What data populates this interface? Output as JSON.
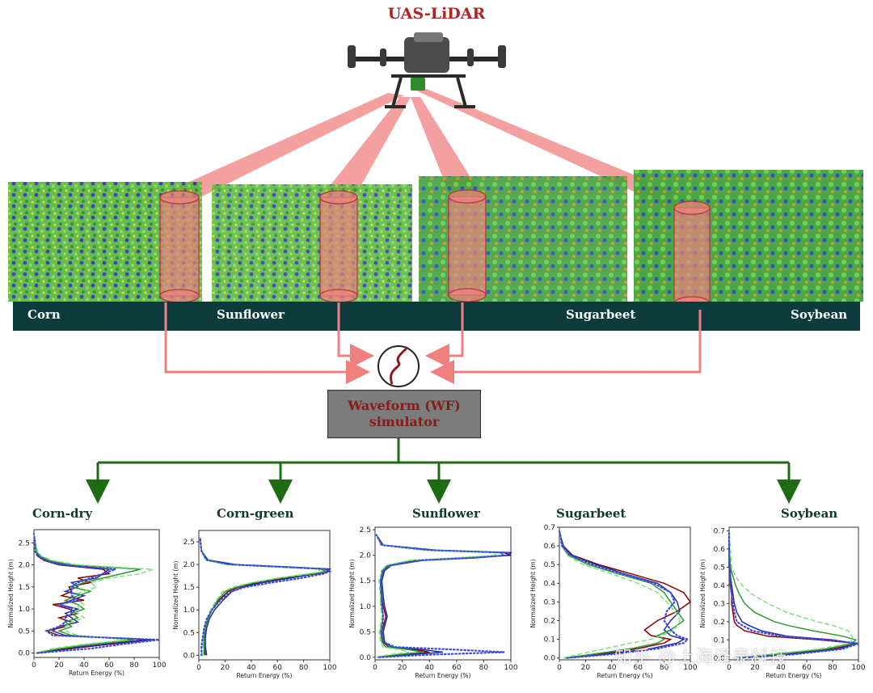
{
  "title": "UAS-LiDAR",
  "crop_labels": [
    "Corn",
    "Sunflower",
    "Sugarbeet",
    "Soybean"
  ],
  "simulator": {
    "line1": "Waveform (WF)",
    "line2": "simulator"
  },
  "watermark": "知乎 @上海泽泉科技",
  "colors": {
    "beam": "#f08080",
    "banner": "#0d3b3b",
    "flow": "#1f6b14",
    "title": "#b1241d",
    "sim_text": "#8b1a1a"
  },
  "chart_data": [
    {
      "type": "line",
      "title": "Corn-dry",
      "xlabel": "Return Energy (%)",
      "ylabel": "Normalized Height (m)",
      "xlim": [
        0,
        100
      ],
      "ylim": [
        -0.1,
        2.8
      ],
      "xticks": [
        "0",
        "20",
        "40",
        "60",
        "80",
        "100"
      ],
      "yticks": [
        "0.0",
        "0.5",
        "1.0",
        "1.5",
        "2.0",
        "2.5"
      ],
      "y": [
        0.0,
        0.1,
        0.2,
        0.3,
        0.4,
        0.5,
        0.6,
        0.7,
        0.8,
        0.9,
        1.0,
        1.1,
        1.2,
        1.3,
        1.4,
        1.5,
        1.6,
        1.7,
        1.8,
        1.9,
        2.0,
        2.1,
        2.2,
        2.3,
        2.5,
        2.7
      ],
      "series": [
        {
          "color": "#8b0000",
          "style": "solid",
          "values": [
            2,
            30,
            60,
            95,
            20,
            10,
            25,
            30,
            20,
            35,
            28,
            15,
            40,
            22,
            30,
            28,
            45,
            35,
            60,
            55,
            20,
            8,
            3,
            2,
            1,
            0
          ]
        },
        {
          "color": "#1e2fa0",
          "style": "solid",
          "values": [
            2,
            25,
            55,
            90,
            25,
            15,
            20,
            35,
            30,
            25,
            35,
            20,
            30,
            40,
            25,
            35,
            30,
            50,
            55,
            60,
            25,
            10,
            4,
            2,
            1,
            0
          ]
        },
        {
          "color": "#2e9a2e",
          "style": "solid",
          "values": [
            1,
            20,
            45,
            80,
            30,
            20,
            30,
            25,
            35,
            30,
            40,
            35,
            25,
            35,
            45,
            30,
            40,
            55,
            70,
            85,
            30,
            12,
            5,
            2,
            1,
            0
          ]
        },
        {
          "color": "#7ee07e",
          "style": "dashed",
          "values": [
            1,
            15,
            40,
            75,
            35,
            25,
            25,
            30,
            40,
            35,
            30,
            40,
            35,
            30,
            40,
            50,
            45,
            60,
            85,
            95,
            35,
            15,
            6,
            3,
            1,
            0
          ]
        },
        {
          "color": "#3a4ae0",
          "style": "dotted",
          "values": [
            3,
            45,
            70,
            100,
            15,
            10,
            20,
            25,
            25,
            30,
            30,
            20,
            35,
            30,
            30,
            30,
            35,
            45,
            55,
            65,
            22,
            9,
            3,
            1,
            1,
            0
          ]
        }
      ]
    },
    {
      "type": "line",
      "title": "Corn-green",
      "xlabel": "Return Energy (%)",
      "ylabel": "Normalized Height (m)",
      "xlim": [
        0,
        100
      ],
      "ylim": [
        -0.1,
        2.75
      ],
      "xticks": [
        "0",
        "20",
        "40",
        "60",
        "80",
        "100"
      ],
      "yticks": [
        "0.0",
        "0.5",
        "1.0",
        "1.5",
        "2.0",
        "2.5"
      ],
      "y": [
        0.0,
        0.2,
        0.4,
        0.6,
        0.8,
        1.0,
        1.2,
        1.4,
        1.5,
        1.6,
        1.7,
        1.8,
        1.85,
        1.9,
        1.95,
        2.0,
        2.1,
        2.3,
        2.6
      ],
      "series": [
        {
          "color": "#8b0000",
          "style": "solid",
          "values": [
            5,
            4,
            4,
            5,
            7,
            10,
            15,
            22,
            30,
            45,
            65,
            92,
            100,
            96,
            60,
            25,
            6,
            2,
            1
          ]
        },
        {
          "color": "#1e2fa0",
          "style": "solid",
          "values": [
            6,
            5,
            5,
            6,
            8,
            12,
            18,
            25,
            33,
            48,
            70,
            90,
            98,
            100,
            65,
            28,
            7,
            2,
            1
          ]
        },
        {
          "color": "#2e9a2e",
          "style": "solid",
          "values": [
            4,
            4,
            4,
            5,
            7,
            10,
            14,
            20,
            28,
            42,
            62,
            88,
            97,
            93,
            58,
            22,
            6,
            2,
            1
          ]
        },
        {
          "color": "#7ee07e",
          "style": "dashed",
          "values": [
            3,
            3,
            3,
            4,
            6,
            9,
            13,
            18,
            26,
            40,
            60,
            85,
            95,
            90,
            55,
            20,
            5,
            2,
            1
          ]
        },
        {
          "color": "#3a4ae0",
          "style": "dotted",
          "values": [
            2,
            2,
            3,
            4,
            6,
            10,
            16,
            24,
            35,
            55,
            78,
            96,
            100,
            97,
            62,
            24,
            6,
            2,
            1
          ]
        }
      ]
    },
    {
      "type": "line",
      "title": "Sunflower",
      "xlabel": "Return Energy (%)",
      "ylabel": "Normalized Height (m)",
      "xlim": [
        0,
        100
      ],
      "ylim": [
        -0.05,
        2.55
      ],
      "xticks": [
        "0",
        "20",
        "40",
        "60",
        "80",
        "100"
      ],
      "yticks": [
        "0.0",
        "0.5",
        "1.0",
        "1.5",
        "2.0",
        "2.5"
      ],
      "y": [
        0.0,
        0.05,
        0.1,
        0.15,
        0.2,
        0.3,
        0.5,
        0.8,
        1.0,
        1.2,
        1.5,
        1.7,
        1.8,
        1.9,
        1.95,
        2.0,
        2.05,
        2.1,
        2.2,
        2.4
      ],
      "series": [
        {
          "color": "#8b0000",
          "style": "solid",
          "values": [
            2,
            20,
            40,
            30,
            10,
            6,
            5,
            8,
            6,
            5,
            4,
            6,
            10,
            30,
            70,
            100,
            95,
            40,
            5,
            1
          ]
        },
        {
          "color": "#1e2fa0",
          "style": "solid",
          "values": [
            2,
            25,
            50,
            35,
            12,
            7,
            6,
            9,
            7,
            6,
            5,
            7,
            12,
            35,
            75,
            98,
            100,
            45,
            6,
            1
          ]
        },
        {
          "color": "#2e9a2e",
          "style": "solid",
          "values": [
            1,
            15,
            35,
            25,
            8,
            5,
            4,
            6,
            5,
            4,
            4,
            5,
            9,
            28,
            65,
            95,
            92,
            38,
            5,
            1
          ]
        },
        {
          "color": "#7ee07e",
          "style": "dashed",
          "values": [
            1,
            10,
            25,
            18,
            6,
            4,
            3,
            5,
            4,
            4,
            3,
            5,
            8,
            25,
            60,
            90,
            85,
            35,
            4,
            1
          ]
        },
        {
          "color": "#3a4ae0",
          "style": "dotted",
          "values": [
            3,
            40,
            95,
            60,
            15,
            6,
            5,
            6,
            5,
            5,
            4,
            6,
            11,
            33,
            72,
            97,
            98,
            42,
            5,
            1
          ]
        }
      ]
    },
    {
      "type": "line",
      "title": "Sugarbeet",
      "xlabel": "Return Energy (%)",
      "ylabel": "Normalized Height (m)",
      "xlim": [
        0,
        100
      ],
      "ylim": [
        -0.01,
        0.7
      ],
      "xticks": [
        "0",
        "20",
        "40",
        "60",
        "80",
        "100"
      ],
      "yticks": [
        "0.0",
        "0.1",
        "0.2",
        "0.3",
        "0.4",
        "0.5",
        "0.6",
        "0.7"
      ],
      "y": [
        0.0,
        0.02,
        0.05,
        0.08,
        0.1,
        0.12,
        0.15,
        0.2,
        0.25,
        0.3,
        0.35,
        0.4,
        0.45,
        0.5,
        0.55,
        0.6,
        0.65,
        0.68
      ],
      "series": [
        {
          "color": "#8b0000",
          "style": "solid",
          "values": [
            5,
            30,
            60,
            80,
            85,
            70,
            65,
            75,
            90,
            100,
            95,
            80,
            55,
            30,
            10,
            3,
            1,
            0
          ]
        },
        {
          "color": "#1e2fa0",
          "style": "solid",
          "values": [
            5,
            35,
            70,
            90,
            95,
            85,
            80,
            85,
            92,
            90,
            85,
            75,
            50,
            28,
            9,
            3,
            1,
            0
          ]
        },
        {
          "color": "#2e9a2e",
          "style": "solid",
          "values": [
            4,
            25,
            55,
            75,
            80,
            75,
            85,
            95,
            90,
            85,
            80,
            70,
            45,
            22,
            7,
            2,
            1,
            0
          ]
        },
        {
          "color": "#7ee07e",
          "style": "dashed",
          "values": [
            3,
            15,
            35,
            55,
            70,
            78,
            88,
            92,
            88,
            82,
            75,
            60,
            40,
            18,
            6,
            2,
            1,
            0
          ]
        },
        {
          "color": "#3a4ae0",
          "style": "dotted",
          "values": [
            6,
            40,
            75,
            95,
            98,
            90,
            85,
            80,
            82,
            88,
            85,
            72,
            48,
            25,
            8,
            2,
            1,
            0
          ]
        }
      ]
    },
    {
      "type": "line",
      "title": "Soybean",
      "xlabel": "Return Energy (%)",
      "ylabel": "Normalized Height (m)",
      "xlim": [
        0,
        100
      ],
      "ylim": [
        -0.01,
        0.72
      ],
      "xticks": [
        "0",
        "20",
        "40",
        "60",
        "80",
        "100"
      ],
      "yticks": [
        "0.0",
        "0.1",
        "0.2",
        "0.3",
        "0.4",
        "0.5",
        "0.6",
        "0.7"
      ],
      "y": [
        0.0,
        0.02,
        0.05,
        0.08,
        0.1,
        0.12,
        0.15,
        0.18,
        0.2,
        0.25,
        0.3,
        0.35,
        0.4,
        0.45,
        0.5,
        0.6,
        0.7
      ],
      "series": [
        {
          "color": "#8b0000",
          "style": "solid",
          "values": [
            5,
            40,
            80,
            100,
            70,
            30,
            12,
            6,
            4,
            3,
            2,
            2,
            1,
            1,
            0,
            0,
            0
          ]
        },
        {
          "color": "#1e2fa0",
          "style": "solid",
          "values": [
            6,
            45,
            85,
            98,
            80,
            45,
            25,
            15,
            10,
            6,
            4,
            3,
            2,
            1,
            1,
            0,
            0
          ]
        },
        {
          "color": "#2e9a2e",
          "style": "solid",
          "values": [
            4,
            35,
            75,
            95,
            98,
            88,
            65,
            45,
            35,
            20,
            12,
            8,
            5,
            3,
            1,
            0,
            0
          ]
        },
        {
          "color": "#7ee07e",
          "style": "dashed",
          "values": [
            3,
            30,
            70,
            92,
            96,
            95,
            92,
            80,
            68,
            45,
            30,
            18,
            10,
            5,
            2,
            1,
            0
          ]
        },
        {
          "color": "#3a4ae0",
          "style": "dotted",
          "values": [
            7,
            50,
            88,
            100,
            75,
            40,
            18,
            10,
            6,
            4,
            3,
            2,
            1,
            1,
            0,
            0,
            0
          ]
        }
      ]
    }
  ]
}
